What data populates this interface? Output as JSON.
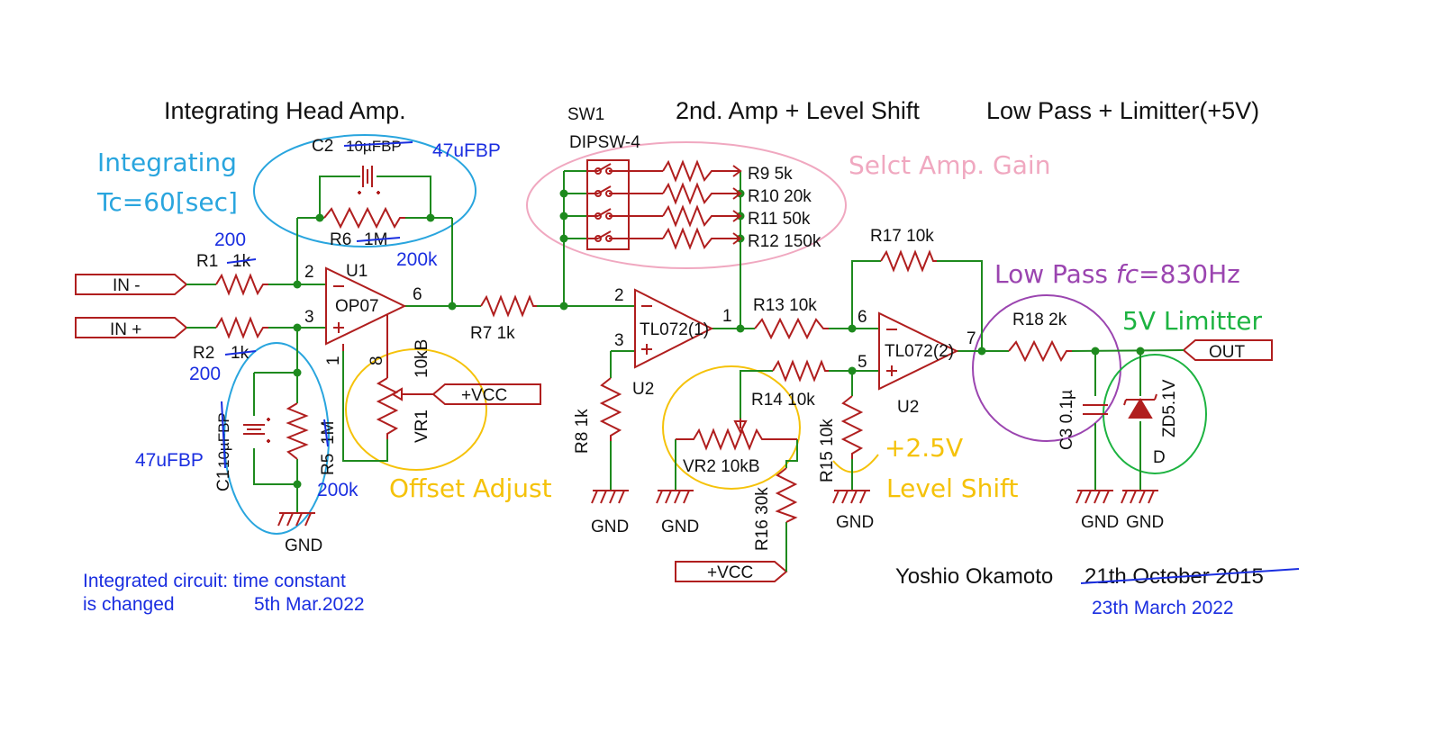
{
  "titles": {
    "head_amp": "Integrating Head Amp.",
    "second_amp": "2nd. Amp + Level Shift",
    "low_pass": "Low Pass + Limitter(+5V)"
  },
  "annotations": {
    "integrating": "Integrating",
    "tc": "Tc=60[sec]",
    "select_gain": "Selct Amp. Gain",
    "offset_adjust": "Offset Adjust",
    "level_shift": "Level Shift",
    "plus_2_5v": "+2.5V",
    "low_pass_fc_prefix": "Low Pass ",
    "low_pass_fc_italic": "fc",
    "low_pass_fc_suffix": "=830Hz",
    "limitter_5v": "5V Limitter"
  },
  "ports": {
    "in_minus": "IN -",
    "in_plus": "IN +",
    "vcc": "+VCC",
    "out": "OUT"
  },
  "components": {
    "sw1": "SW1",
    "dipsw": "DIPSW-4",
    "r9": "R9  5k",
    "r10": "R10 20k",
    "r11": "R11 50k",
    "r12": "R12 150k",
    "c2_label": "C2",
    "c2_old": "10µFBP",
    "c2_new": "47uFBP",
    "r6_label": "R6",
    "r6_old": "1M",
    "r6_new": "200k",
    "r1_label": "R1",
    "r1_old": "1k",
    "r1_new": "200",
    "r2_label": "R2",
    "r2_old": "1k",
    "r2_new": "200",
    "u1": "U1",
    "op07": "OP07",
    "r7": "R7  1k",
    "vr1": "VR1",
    "vr1_value": "10kB",
    "c1_label": "C1",
    "c1_old": "10µFBP",
    "c1_new": "47uFBP",
    "r5_label": "R5",
    "r5_old": "1M",
    "r5_new": "200k",
    "tl072_1": "TL072(1)",
    "tl072_2": "TL072(2)",
    "u2": "U2",
    "r8": "R8  1k",
    "r13": "R13  10k",
    "r14": "R14  10k",
    "r15": "R15 10k",
    "r16": "R16 30k",
    "vr2": "VR2  10kB",
    "r17": "R17  10k",
    "r18": "R18 2k",
    "c3": "C3  0.1µ",
    "zd": "ZD5.1V",
    "zd_d": "D",
    "gnd": "GND"
  },
  "pins": {
    "p2": "2",
    "p3": "3",
    "p6": "6",
    "p1": "1",
    "p7": "7",
    "p5": "5"
  },
  "notes": {
    "line1": "Integrated circuit: time constant",
    "line2": "is changed",
    "date": "5th Mar.2022"
  },
  "footer": {
    "author": "Yoshio Okamoto",
    "old_date": "21th October 2015",
    "new_date": "23th March 2022"
  },
  "colors": {
    "wire": "#1e8a1e",
    "component": "#b01e1e",
    "correction": "#1a2ee0",
    "integrating": "#29a5de",
    "offset": "#f5c20a",
    "select_gain": "#f0a8c0",
    "low_pass": "#9b45b0",
    "limitter": "#1db341"
  }
}
